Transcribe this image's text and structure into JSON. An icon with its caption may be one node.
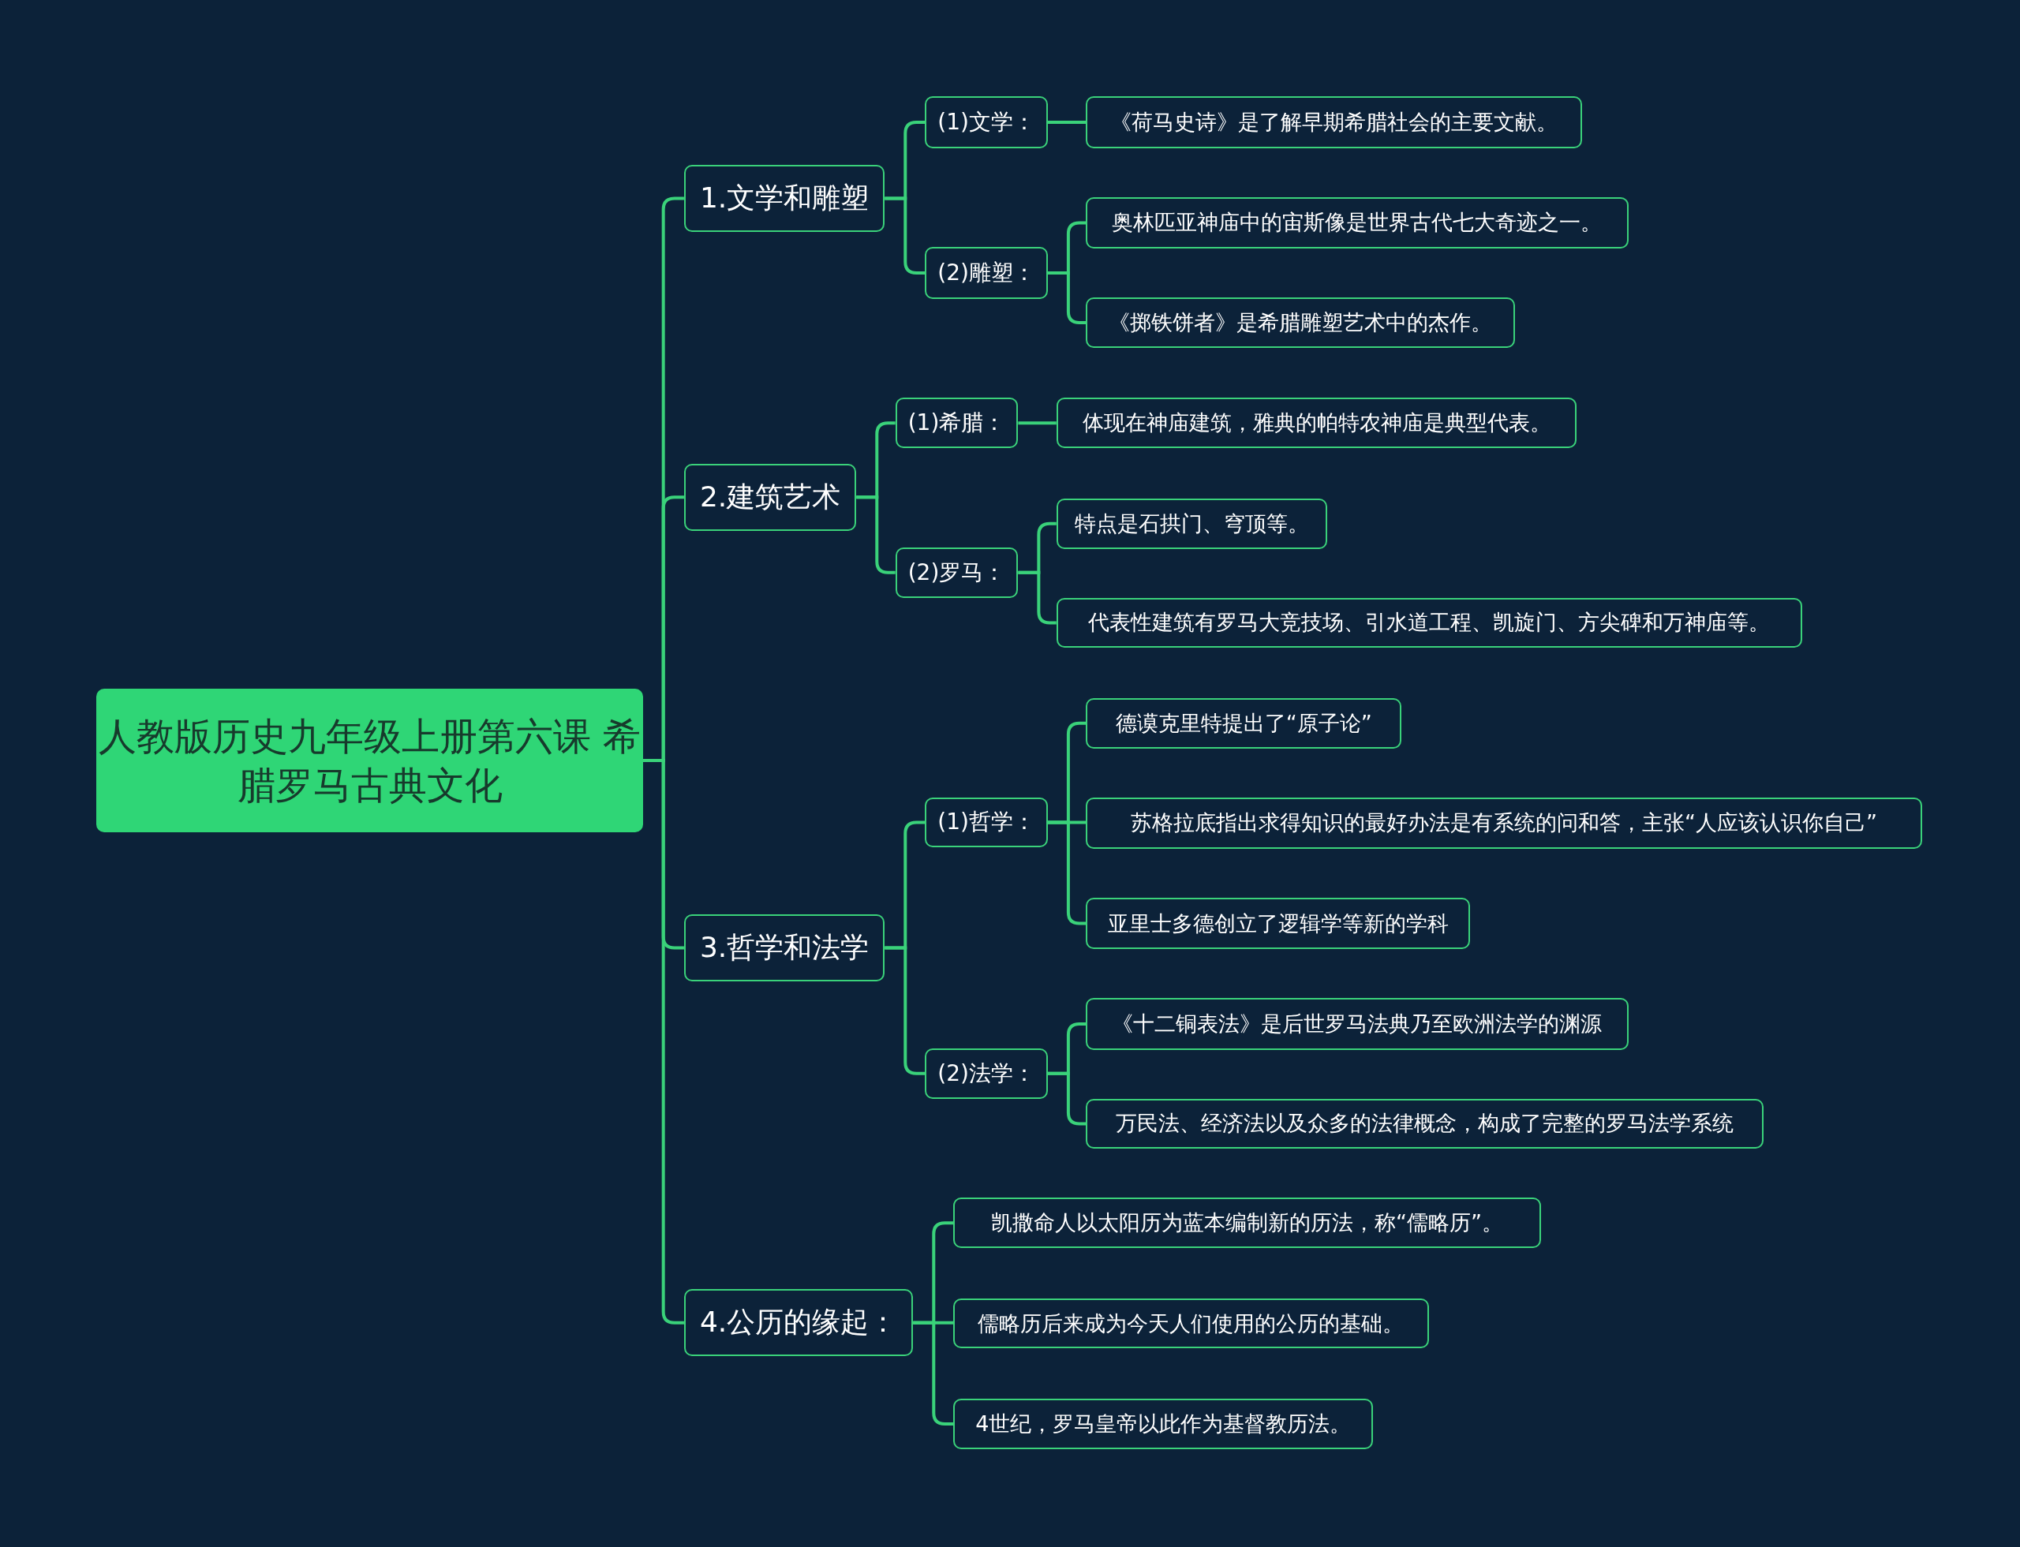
{
  "diagram": {
    "nodes": [
      {
        "text": [
          "人教版历史九年级上册第六课 希腊罗马古典文化"
        ]
      },
      {
        "text": [
          "1.文学和雕塑"
        ]
      },
      {
        "text": [
          "(1)文学："
        ]
      },
      {
        "text": [
          "《荷马史诗》是了解早期希腊社会的主要文献。"
        ]
      },
      {
        "text": [
          "(2)雕塑："
        ]
      },
      {
        "text": [
          "奥林匹亚神庙中的宙斯像是世界古代七大奇迹之一。"
        ]
      },
      {
        "text": [
          "《掷铁饼者》是希腊雕塑艺术中的杰作。"
        ]
      },
      {
        "text": [
          "2.建筑艺术"
        ]
      },
      {
        "text": [
          "(1)希腊："
        ]
      },
      {
        "text": [
          "体现在神庙建筑，雅典的帕特农神庙是典型代表。"
        ]
      },
      {
        "text": [
          "(2)罗马："
        ]
      },
      {
        "text": [
          "特点是石拱门、穹顶等。"
        ]
      },
      {
        "text": [
          "代表性建筑有罗马大竞技场、引水道工程、凯旋门、方尖碑和万神庙等。"
        ]
      },
      {
        "text": [
          "3.哲学和法学"
        ]
      },
      {
        "text": [
          "(1)哲学："
        ]
      },
      {
        "text": [
          "德谟克里特提出了“原子论”"
        ]
      },
      {
        "text": [
          "苏格拉底指出求得知识的最好办法是有系统的问和答，主张“人应该认识你自己”"
        ]
      },
      {
        "text": [
          "亚里士多德创立了逻辑学等新的学科"
        ]
      },
      {
        "text": [
          "(2)法学："
        ]
      },
      {
        "text": [
          "《十二铜表法》是后世罗马法典乃至欧洲法学的渊源"
        ]
      },
      {
        "text": [
          "万民法、经济法以及众多的法律概念，构成了完整的罗马法学系统"
        ]
      },
      {
        "text": [
          "4.公历的缘起："
        ]
      },
      {
        "text": [
          "凯撒命人以太阳历为蓝本编制新的历法，称“儒略历”。"
        ]
      },
      {
        "text": [
          "儒略历后来成为今天人们使用的公历的基础。"
        ]
      },
      {
        "text": [
          "4世纪，罗马皇帝以此作为基督教历法。"
        ]
      }
    ],
    "edges": [
      {
        "from": 0,
        "to": 1,
        "arrow": "none"
      },
      {
        "from": 0,
        "to": 7,
        "arrow": "none"
      },
      {
        "from": 0,
        "to": 13,
        "arrow": "none"
      },
      {
        "from": 0,
        "to": 21,
        "arrow": "none"
      },
      {
        "from": 1,
        "to": 2,
        "arrow": "none"
      },
      {
        "from": 1,
        "to": 4,
        "arrow": "none"
      },
      {
        "from": 2,
        "to": 3,
        "arrow": "none"
      },
      {
        "from": 4,
        "to": 5,
        "arrow": "none"
      },
      {
        "from": 4,
        "to": 6,
        "arrow": "none"
      },
      {
        "from": 7,
        "to": 8,
        "arrow": "none"
      },
      {
        "from": 7,
        "to": 10,
        "arrow": "none"
      },
      {
        "from": 8,
        "to": 9,
        "arrow": "none"
      },
      {
        "from": 10,
        "to": 11,
        "arrow": "none"
      },
      {
        "from": 10,
        "to": 12,
        "arrow": "none"
      },
      {
        "from": 13,
        "to": 14,
        "arrow": "none"
      },
      {
        "from": 13,
        "to": 18,
        "arrow": "none"
      },
      {
        "from": 14,
        "to": 15,
        "arrow": "none"
      },
      {
        "from": 14,
        "to": 16,
        "arrow": "none"
      },
      {
        "from": 14,
        "to": 17,
        "arrow": "none"
      },
      {
        "from": 18,
        "to": 19,
        "arrow": "none"
      },
      {
        "from": 18,
        "to": 20,
        "arrow": "none"
      },
      {
        "from": 21,
        "to": 22,
        "arrow": "none"
      },
      {
        "from": 21,
        "to": 23,
        "arrow": "none"
      },
      {
        "from": 21,
        "to": 24,
        "arrow": "none"
      }
    ]
  }
}
